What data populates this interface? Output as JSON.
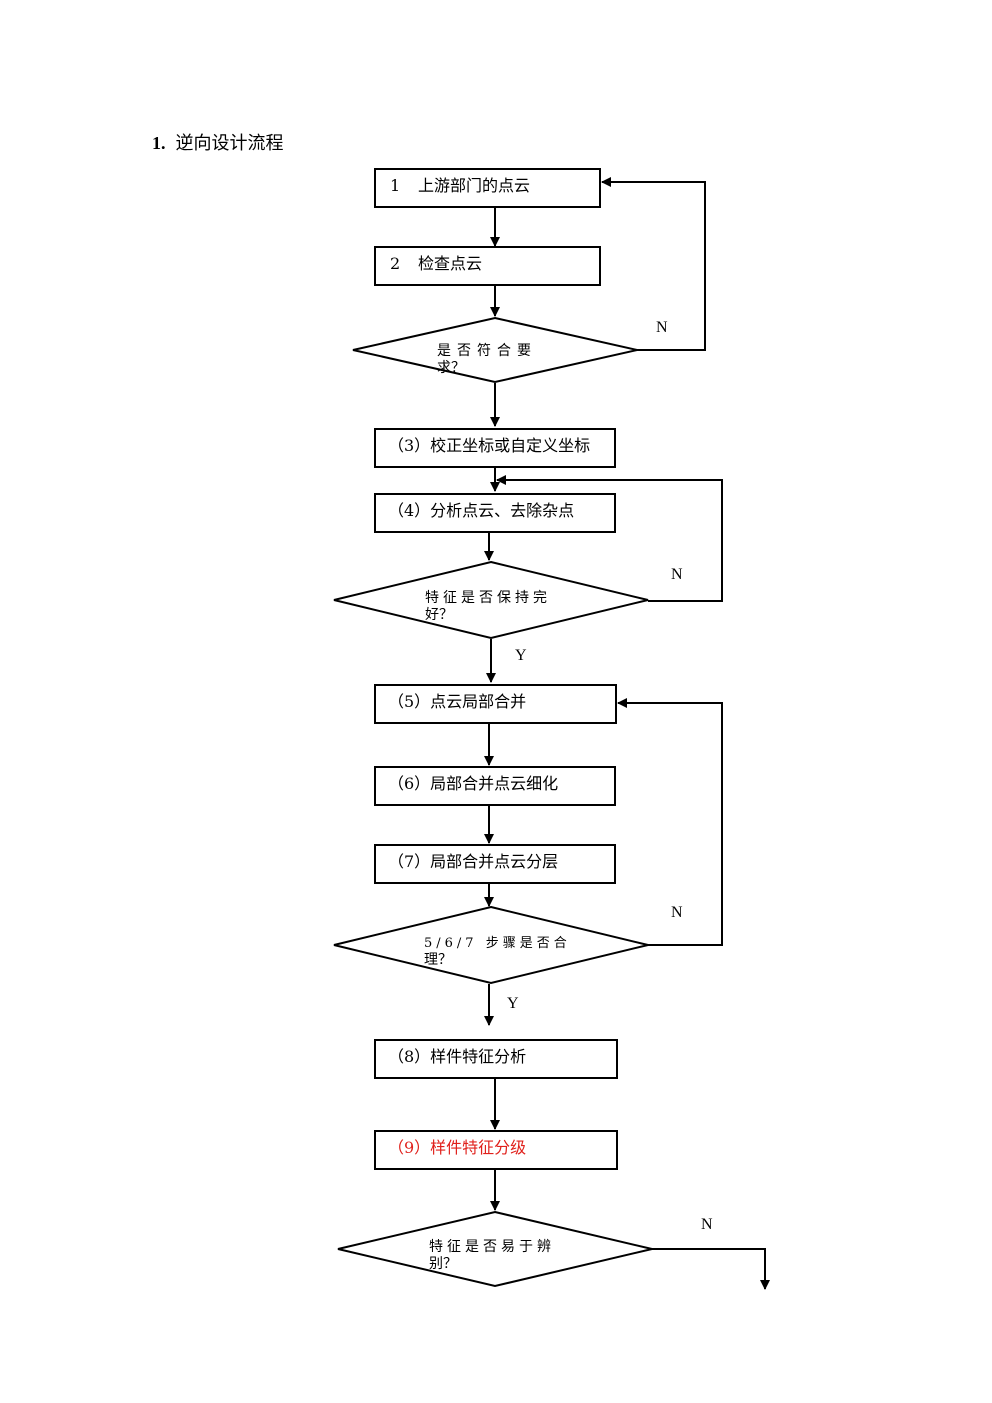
{
  "heading": {
    "number": "1.",
    "title": "逆向设计流程"
  },
  "colors": {
    "line": "#000000",
    "highlight": "#e0201b"
  },
  "steps": [
    {
      "index": "1",
      "label": "上游部门的点云"
    },
    {
      "index": "2",
      "label": "检查点云"
    },
    {
      "label": "（3）校正坐标或自定义坐标"
    },
    {
      "label": "（4）分析点云、去除杂点"
    },
    {
      "label": "（5）点云局部合并"
    },
    {
      "label": "（6）局部合并点云细化"
    },
    {
      "label": "（7）局部合并点云分层"
    },
    {
      "label": "（8）样件特征分析"
    },
    {
      "label": "（9）样件特征分级"
    }
  ],
  "decisions": [
    {
      "line1": "是否符合要",
      "line2": "求？"
    },
    {
      "line1": "特征是否保持完",
      "line2": "好？"
    },
    {
      "line1": "5/6/7 步骤是否合",
      "line2": "理？"
    },
    {
      "line1": "特征是否易于辨",
      "line2": "别？"
    }
  ],
  "branch_labels": {
    "no": "N",
    "yes": "Y"
  }
}
